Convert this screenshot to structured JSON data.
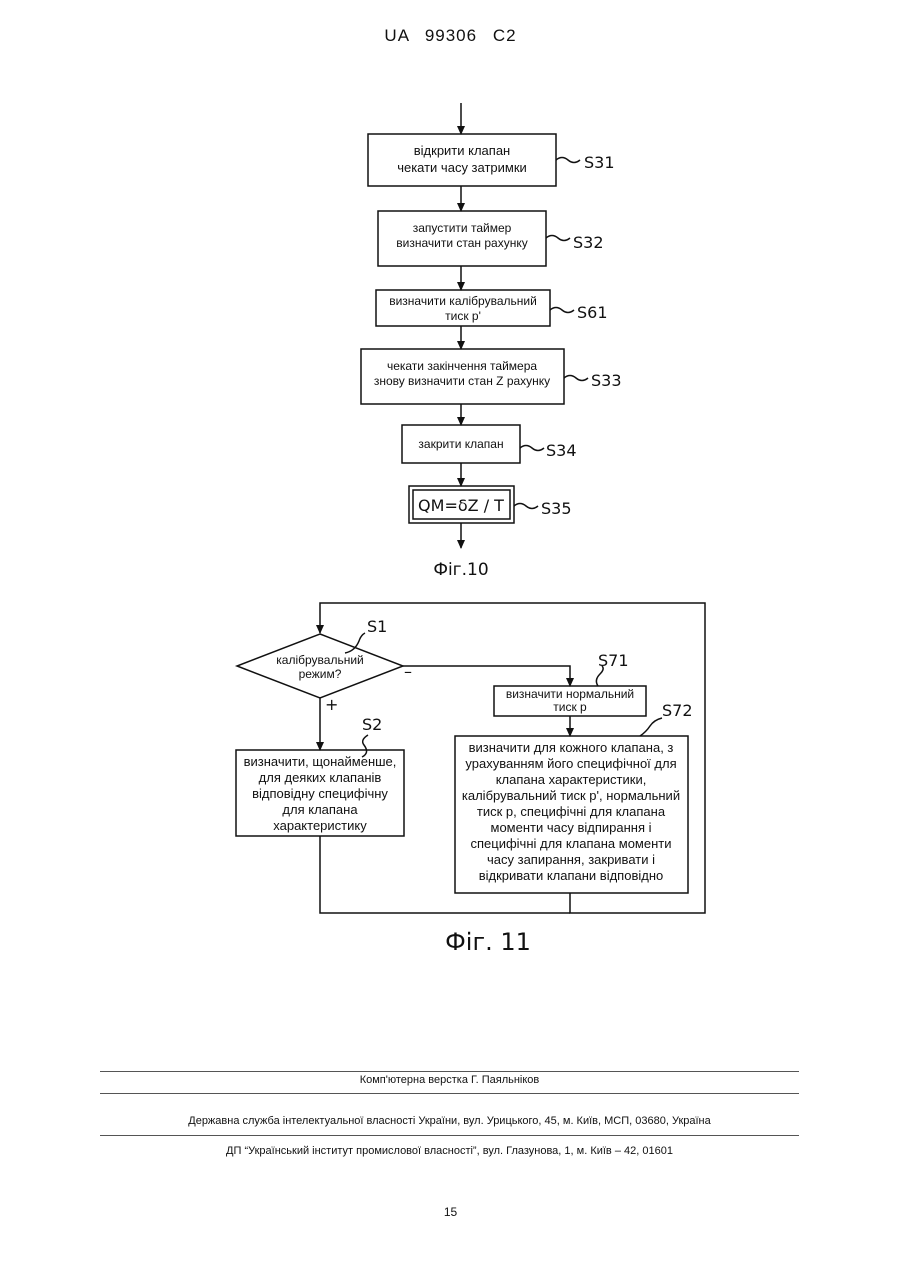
{
  "header": {
    "text": "UA   99306   C2"
  },
  "fig10": {
    "steps": [
      {
        "lines": [
          "відкрити клапан",
          "чекати часу затримки"
        ],
        "ref": "S31"
      },
      {
        "lines": [
          "запустити таймер",
          "визначити стан рахунку"
        ],
        "ref": "S32"
      },
      {
        "lines": [
          "визначити калібрувальний",
          "тиск p'"
        ],
        "ref": "S61"
      },
      {
        "lines": [
          "чекати закінчення таймера",
          "знову визначити стан Z рахунку"
        ],
        "ref": "S33"
      },
      {
        "lines": [
          "закрити клапан"
        ],
        "ref": "S34"
      },
      {
        "lines": [
          "QM=δZ / T"
        ],
        "ref": "S35"
      }
    ],
    "caption": "Фіг.10"
  },
  "fig11": {
    "decision": {
      "lines": [
        "калібрувальний",
        "режим?"
      ],
      "ref": "S1",
      "yes": "+",
      "no": "–"
    },
    "s2": {
      "lines": [
        "визначити, щонайменше,",
        "для деяких клапанів",
        "відповідну специфічну",
        "для клапана",
        "характеристику"
      ],
      "ref": "S2"
    },
    "s71": {
      "lines": [
        "визначити нормальний",
        "тиск p"
      ],
      "ref": "S71"
    },
    "s72": {
      "lines": [
        "визначити для кожного клапана, з",
        "урахуванням його специфічної для",
        "клапана характеристики,",
        "калібрувальний тиск p', нормальний",
        "тиск p, специфічні для клапана",
        "моменти часу відпирання і",
        "специфічні для клапана моменти",
        "часу запирання, закривати і",
        "відкривати клапани відповідно"
      ],
      "ref": "S72"
    },
    "caption": "Фіг. 11"
  },
  "footer": {
    "typesetting": "Комп'ютерна верстка Г. Паяльніков",
    "service": "Державна служба інтелектуальної власності України, вул. Урицького, 45, м. Київ, МСП, 03680, Україна",
    "institute": "ДП “Український інститут промислової власності”, вул. Глазунова, 1, м. Київ – 42, 01601"
  },
  "page_number": "15"
}
